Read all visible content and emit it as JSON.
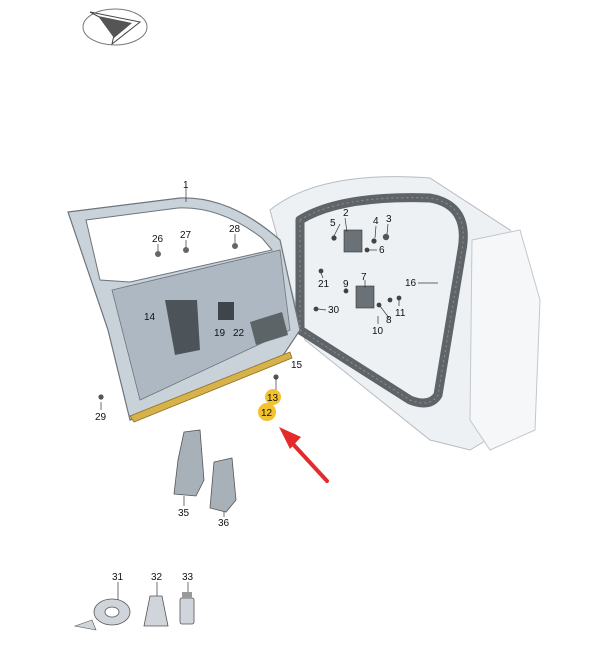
{
  "diagram": {
    "callouts": [
      {
        "id": "c1",
        "label": "1"
      },
      {
        "id": "c2",
        "label": "2"
      },
      {
        "id": "c3",
        "label": "3"
      },
      {
        "id": "c4",
        "label": "4"
      },
      {
        "id": "c5",
        "label": "5"
      },
      {
        "id": "c6",
        "label": "6"
      },
      {
        "id": "c7",
        "label": "7"
      },
      {
        "id": "c8",
        "label": "8"
      },
      {
        "id": "c9",
        "label": "9"
      },
      {
        "id": "c10",
        "label": "10"
      },
      {
        "id": "c11",
        "label": "11"
      },
      {
        "id": "c12",
        "label": "12"
      },
      {
        "id": "c13",
        "label": "13"
      },
      {
        "id": "c14",
        "label": "14"
      },
      {
        "id": "c15",
        "label": "15"
      },
      {
        "id": "c16",
        "label": "16"
      },
      {
        "id": "c19",
        "label": "19"
      },
      {
        "id": "c21",
        "label": "21"
      },
      {
        "id": "c22",
        "label": "22"
      },
      {
        "id": "c26",
        "label": "26"
      },
      {
        "id": "c27",
        "label": "27"
      },
      {
        "id": "c28",
        "label": "28"
      },
      {
        "id": "c29",
        "label": "29"
      },
      {
        "id": "c30",
        "label": "30"
      },
      {
        "id": "c31",
        "label": "31"
      },
      {
        "id": "c32",
        "label": "32"
      },
      {
        "id": "c33",
        "label": "33"
      },
      {
        "id": "c35",
        "label": "35"
      },
      {
        "id": "c36",
        "label": "36"
      }
    ],
    "highlighted": [
      "12",
      "13"
    ],
    "colors": {
      "highlight": "#f2c12e",
      "arrow": "#e32b2b",
      "door_fill": "#c9d1d9",
      "seal": "#5f6468",
      "trim_strip": "#d7b24a"
    },
    "icons": [
      "brand-logo-icon",
      "red-arrow-icon"
    ]
  }
}
